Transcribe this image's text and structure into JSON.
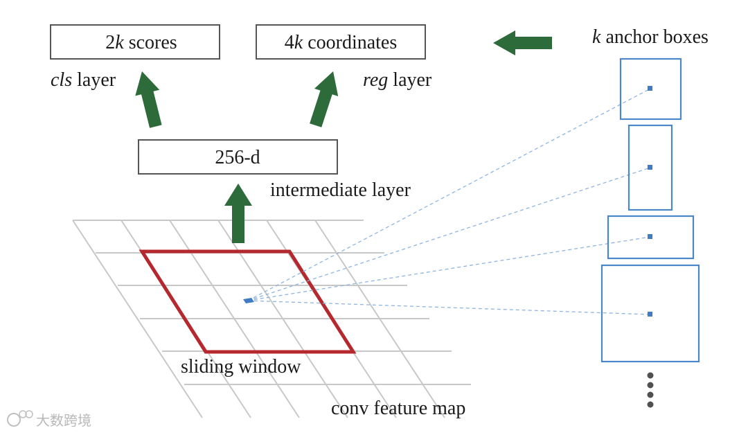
{
  "diagram": {
    "cls_box": {
      "num": "2",
      "var": "k",
      "rest": " scores"
    },
    "reg_box": {
      "num": "4",
      "var": "k",
      "rest": " coordinates"
    },
    "cls_label": {
      "italic": "cls",
      "rest": " layer"
    },
    "reg_label": {
      "italic": "reg",
      "rest": " layer"
    },
    "anchor_label": {
      "italic": "k",
      "rest": " anchor boxes"
    },
    "hidden_box": "256-d",
    "intermediate_label": "intermediate layer",
    "sliding_label": "sliding window",
    "feature_map_label": "conv feature map",
    "colors": {
      "arrow": "#2e6b3a",
      "sliding_window": "#b5282e",
      "anchor": "#4a86c8",
      "grid": "#c8c8c8"
    }
  },
  "watermark": {
    "text": "大数跨境"
  }
}
